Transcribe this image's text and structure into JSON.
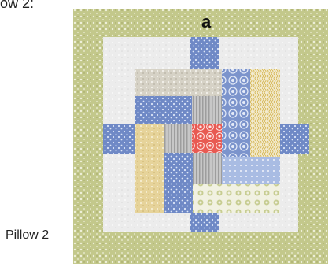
{
  "labels": {
    "top_cropped": "ow 2:",
    "caption": "Pillow 2",
    "marker": "a"
  },
  "quilt": {
    "colors": {
      "border_green": "#c3c88b",
      "border_green_dark": "#a8ad6b",
      "background_white": "#ececec",
      "blue": "#6f89c6",
      "blue_light": "#a9bce3",
      "gray": "#b9b9b9",
      "gray_light": "#d7d4cb",
      "yellow": "#e6d39a",
      "red": "#e85a52",
      "sage": "#cfd3a3"
    }
  }
}
